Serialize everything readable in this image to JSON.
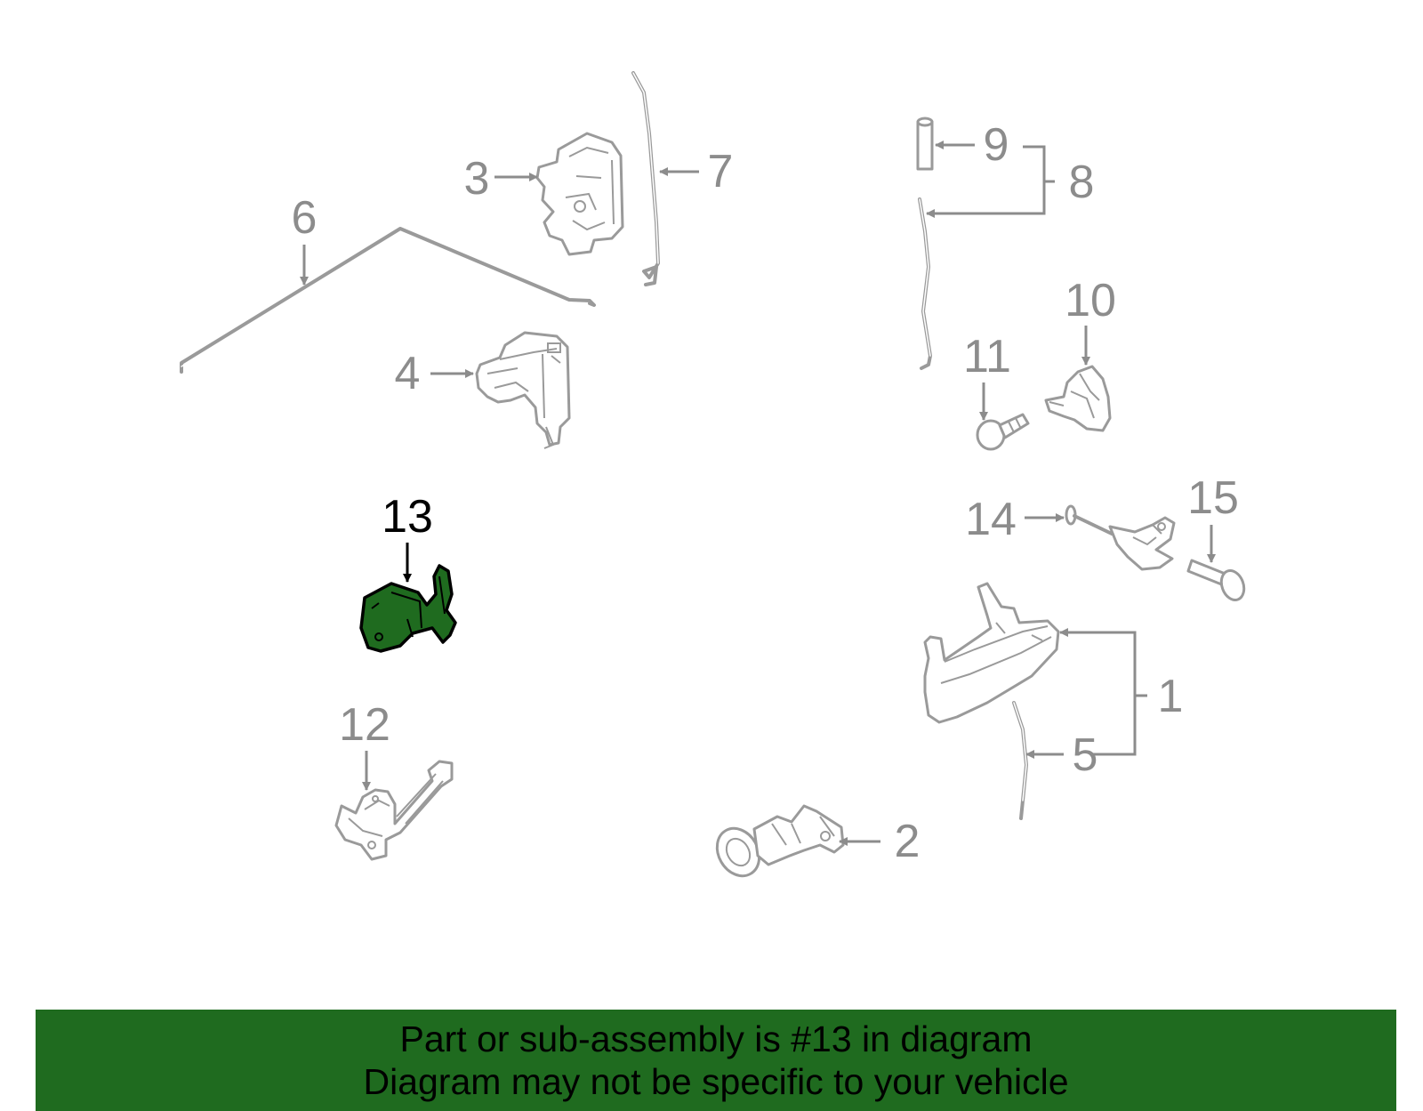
{
  "callouts": {
    "c1": "1",
    "c2": "2",
    "c3": "3",
    "c4": "4",
    "c5": "5",
    "c6": "6",
    "c7": "7",
    "c8": "8",
    "c9": "9",
    "c10": "10",
    "c11": "11",
    "c12": "12",
    "c13": "13",
    "c14": "14",
    "c15": "15"
  },
  "highlighted_part": "13",
  "colors": {
    "highlight_fill": "#1f6b1f",
    "banner_background": "#1f6b1f",
    "callout_gray": "#8c8c8c",
    "callout_highlight": "#000000"
  },
  "banner": {
    "line1": "Part or sub-assembly is #13 in diagram",
    "line2": "Diagram may not be specific to your vehicle"
  }
}
